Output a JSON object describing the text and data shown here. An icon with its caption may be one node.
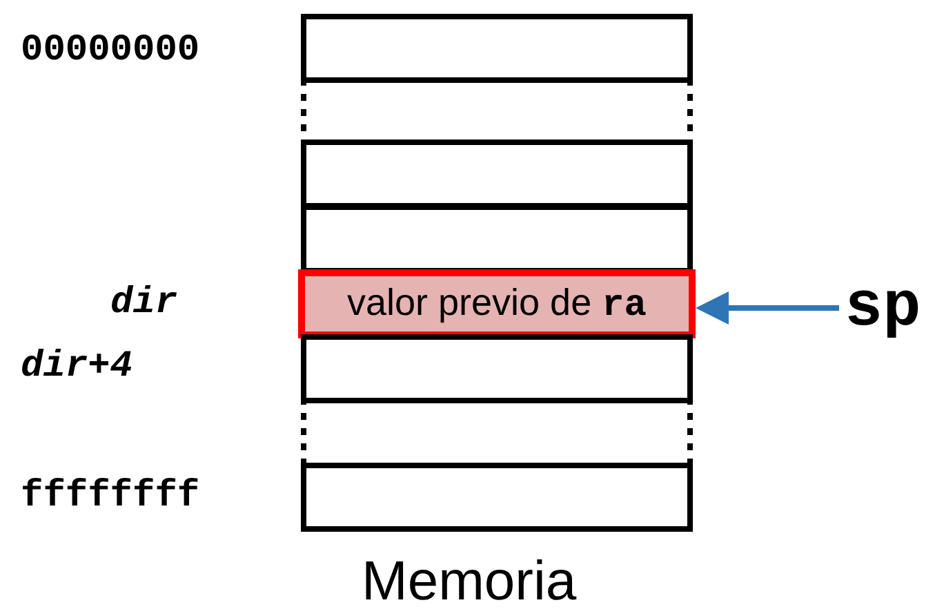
{
  "diagram": {
    "nodes": [
      {
        "text": [],
        "shape": "box"
      },
      {
        "text": [],
        "shape": "box"
      },
      {
        "text": [],
        "shape": "box"
      },
      {
        "text": [
          "valor previo de **ra**"
        ]
      },
      {
        "text": [],
        "shape": "box"
      },
      {
        "text": [],
        "shape": "box"
      },
      {
        "text": [
          "sp"
        ]
      }
    ],
    "edges": [
      {
        "from": 6,
        "to": 3,
        "arrow": "to",
        "color": "#2e75b6"
      }
    ],
    "labels": [
      "00000000",
      "dir",
      "dir+4",
      "ffffffff",
      "Memoria"
    ]
  }
}
